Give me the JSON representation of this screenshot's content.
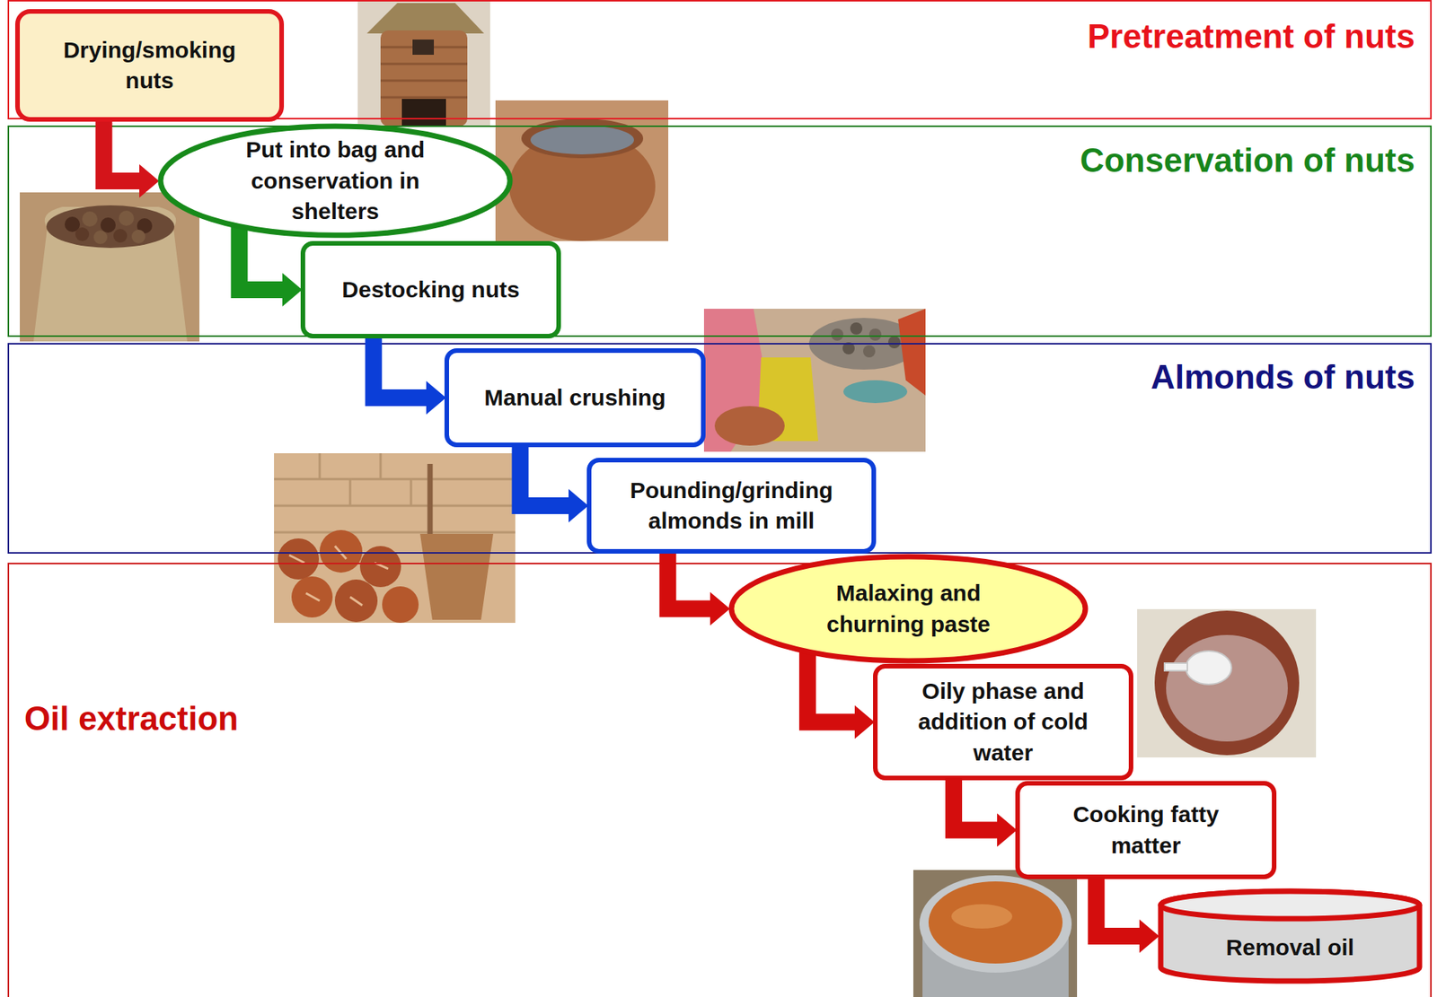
{
  "diagram": {
    "nodes": [
      {
        "text": [
          "Pretreatment of nuts"
        ]
      },
      {
        "text": [
          "Drying/smoking nuts"
        ],
        "in": 0
      },
      {
        "text": [
          "Conservation of nuts"
        ]
      },
      {
        "text": [
          "Put into bag and conservation in shelters"
        ],
        "in": 2
      },
      {
        "text": [
          "Destocking nuts"
        ],
        "in": 2
      },
      {
        "text": [
          "Almonds of nuts"
        ]
      },
      {
        "text": [
          "Manual crushing"
        ],
        "in": 5
      },
      {
        "text": [
          "Pounding/grinding almonds in mill"
        ],
        "in": 5
      },
      {
        "text": [
          "Oil extraction"
        ]
      },
      {
        "text": [
          "Malaxing and churning paste"
        ],
        "in": 8
      },
      {
        "text": [
          "Oily phase and addition of cold water"
        ],
        "in": 8
      },
      {
        "text": [
          "Cooking fatty matter"
        ],
        "in": 8
      },
      {
        "text": [
          "Removal oil"
        ],
        "in": 8
      }
    ],
    "edges": [
      {
        "from": 1,
        "to": 3,
        "arrow": "to"
      },
      {
        "from": 3,
        "to": 4,
        "arrow": "to"
      },
      {
        "from": 4,
        "to": 6,
        "arrow": "to"
      },
      {
        "from": 6,
        "to": 7,
        "arrow": "to"
      },
      {
        "from": 7,
        "to": 9,
        "arrow": "to"
      },
      {
        "from": 9,
        "to": 10,
        "arrow": "to"
      },
      {
        "from": 10,
        "to": 11,
        "arrow": "to"
      },
      {
        "from": 11,
        "to": 12,
        "arrow": "to"
      }
    ]
  }
}
